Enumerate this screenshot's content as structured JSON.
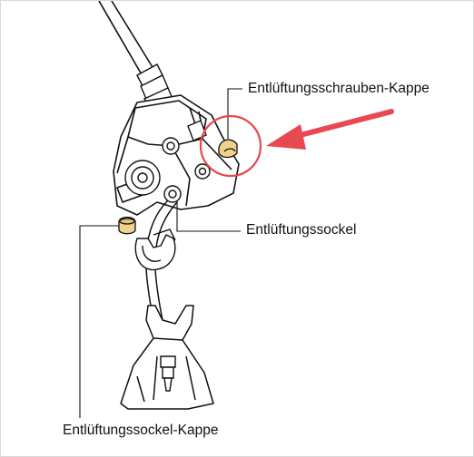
{
  "labels": {
    "bleed_screw_cap": "Entlüftungsschrauben-Kappe",
    "bleed_nipple": "Entlüftungssockel",
    "bleed_nipple_cap": "Entlüftungssockel-Kappe"
  },
  "colors": {
    "line": "#111111",
    "cap_fill": "#f1d28c",
    "highlight": "#e8484f",
    "body": "#ffffff"
  },
  "icons": {
    "arrow": "red-arrow-icon",
    "highlight_ring": "highlight-circle-icon"
  }
}
